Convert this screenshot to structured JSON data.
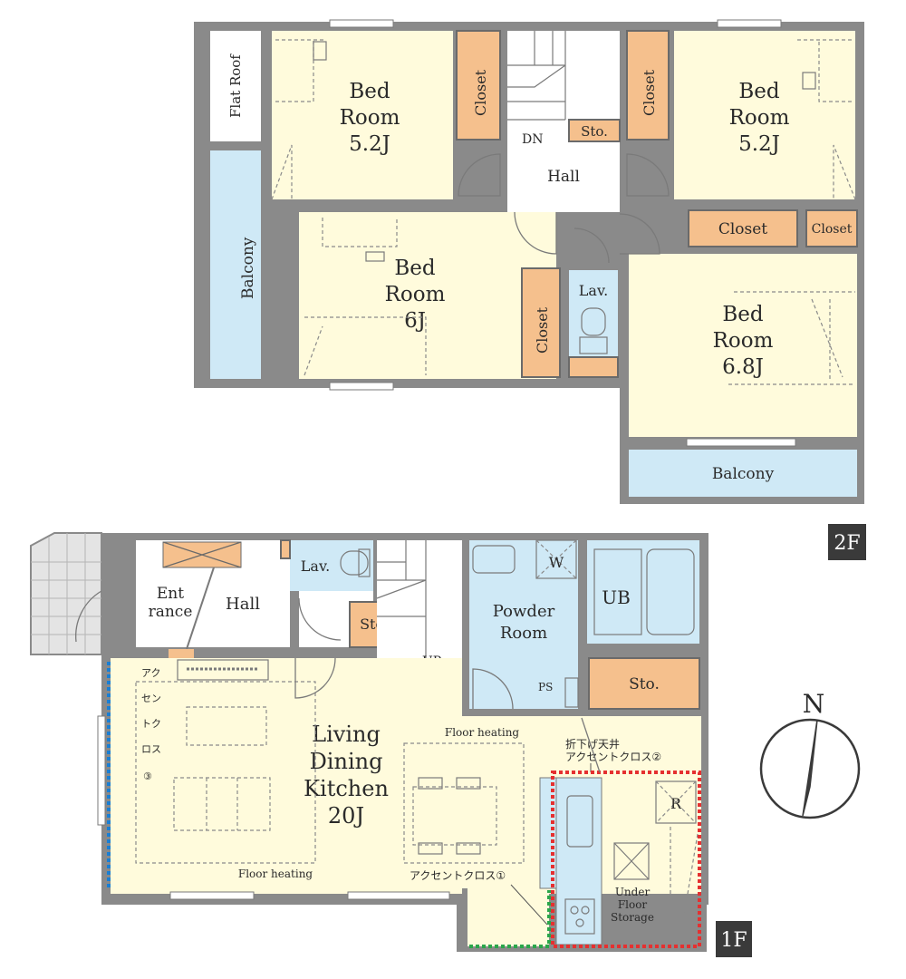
{
  "floor2": {
    "badge": "2F",
    "flat_roof": "Flat Roof",
    "balcony_left": "Balcony",
    "balcony_bottom": "Balcony",
    "bedroom_nw": [
      "Bed",
      "Room",
      "5.2J"
    ],
    "bedroom_ne": [
      "Bed",
      "Room",
      "5.2J"
    ],
    "bedroom_w": [
      "Bed",
      "Room",
      "6J"
    ],
    "bedroom_e": [
      "Bed",
      "Room",
      "6.8J"
    ],
    "closet": "Closet",
    "storage": "Sto.",
    "hall": "Hall",
    "down": "DN",
    "lav": "Lav."
  },
  "floor1": {
    "badge": "1F",
    "entrance": [
      "Ent",
      "rance"
    ],
    "hall": "Hall",
    "lav": "Lav.",
    "storage": "Sto.",
    "up": "UP",
    "powder_room": [
      "Powder",
      "Room"
    ],
    "washer": "W",
    "ub": "UB",
    "ps": "PS",
    "ldk": [
      "Living",
      "Dining",
      "Kitchen",
      "20J"
    ],
    "floor_heating": "Floor heating",
    "accent_cloth_3": [
      "アク",
      "セン",
      "トク",
      "ロス",
      "③"
    ],
    "accent_cloth_2": [
      "折下げ天井",
      "アクセントクロス②"
    ],
    "accent_cloth_1": "アクセントクロス①",
    "refrigerator": "R",
    "under_floor_storage": [
      "Under",
      "Floor",
      "Storage"
    ]
  },
  "compass": {
    "label": "N"
  },
  "colors": {
    "wall": "#8a8a8a",
    "room": "#fffbdc",
    "wet_area": "#cfe9f6",
    "closet": "#f5c08d",
    "accent_blue": "#1a7fd4",
    "accent_red": "#e53030",
    "accent_green": "#2aa64a"
  }
}
